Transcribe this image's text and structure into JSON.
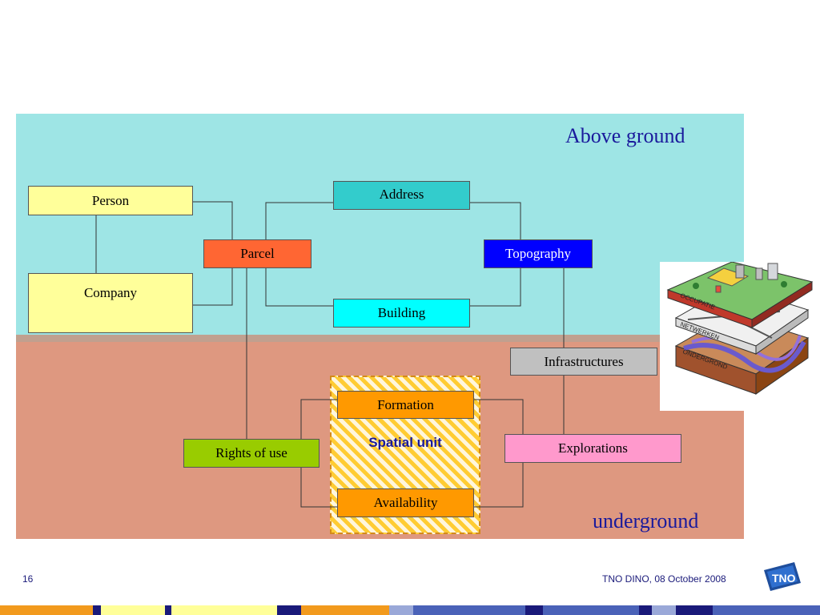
{
  "zones": {
    "above": {
      "label": "Above ground",
      "color": "#9ee5e5"
    },
    "below": {
      "label": "underground",
      "color": "#de9880"
    }
  },
  "entities": {
    "person": {
      "label": "Person",
      "color": "#ffff9a"
    },
    "company": {
      "label": "Company",
      "color": "#ffff9a"
    },
    "parcel": {
      "label": "Parcel",
      "color": "#ff6633"
    },
    "address": {
      "label": "Address",
      "color": "#33cccc"
    },
    "building": {
      "label": "Building",
      "color": "#00ffff"
    },
    "topography": {
      "label": "Topography",
      "color": "#0000ff"
    },
    "infrastructures": {
      "label": "Infrastructures",
      "color": "#c0c0c0"
    },
    "formation": {
      "label": "Formation",
      "color": "#ff9900"
    },
    "availability": {
      "label": "Availability",
      "color": "#ff9900"
    },
    "rights_of_use": {
      "label": "Rights of use",
      "color": "#99cc00"
    },
    "explorations": {
      "label": "Explorations",
      "color": "#ff99cc"
    }
  },
  "spatial_unit": {
    "label": "Spatial unit"
  },
  "illustration": {
    "layers": [
      "OCCUPATIE",
      "NETWERKEN",
      "ONDERGROND"
    ]
  },
  "footer": {
    "page_number": "16",
    "caption": "TNO DINO, 08 October 2008",
    "logo_text": "TNO"
  }
}
